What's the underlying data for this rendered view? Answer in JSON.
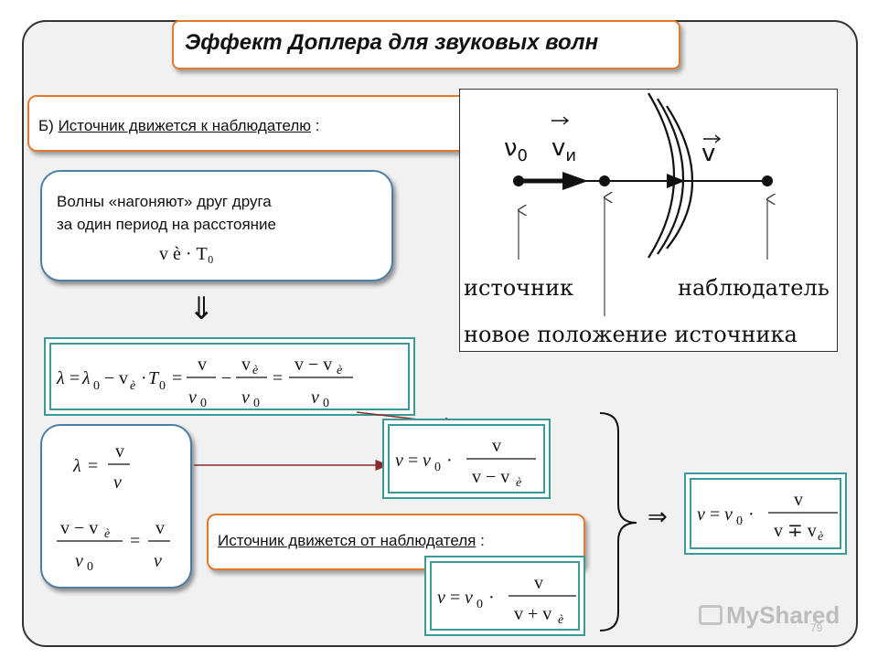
{
  "title": "Эффект Доплера для звуковых волн",
  "case_b": {
    "prefix": "Б)",
    "label": "Источник движется к наблюдателю",
    "suffix": ":"
  },
  "catch_up": {
    "line1": "Волны «нагоняют» друг друга",
    "line2": "за один период на расстояние",
    "formula": "v è · T₀"
  },
  "implies_arrow_down": "⇓",
  "implies_arrow_right": "⇒",
  "case_away": {
    "label": "Источник движется от наблюдателя",
    "suffix": ":"
  },
  "picture": {
    "nu0_label": "ν",
    "nu0_sub": "0",
    "v_source_label": "v",
    "v_source_sub": "и",
    "v_wave_label": "v",
    "label_source": "источник",
    "label_observer": "наблюдатель",
    "label_new_position": "новое положение источника"
  },
  "formulas": {
    "wavelength_chain": "λ = λ₀ − v è · T₀ = v/ν₀ − v è/ν₀ = (v − v è)/ν₀",
    "lambda_def": "λ = v/ν",
    "ratio": "(v − v è)/ν₀ = v/ν",
    "result_toward": "ν = ν₀ · v/(v − v è)",
    "result_away": "ν = ν₀ · v/(v + v è)",
    "result_general": "ν = ν₀ · v/(v ∓ v è)"
  },
  "watermark": "MyShared",
  "page_number": "79",
  "colors": {
    "orange": "#e07a2f",
    "blue": "#4a7fa6",
    "teal": "#3a9a9a",
    "arrow": "#8b2a2a"
  }
}
